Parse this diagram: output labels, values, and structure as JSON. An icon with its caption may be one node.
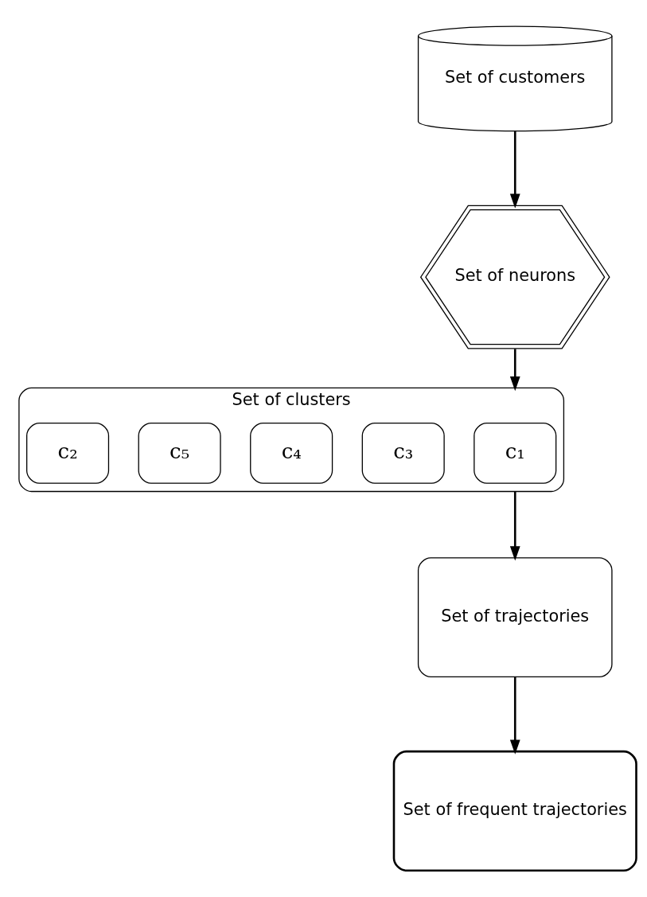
{
  "diagram": {
    "nodes": [
      {
        "text": [
          "Set of customers"
        ]
      },
      {
        "text": [
          "Set of neurons"
        ]
      },
      {
        "text": [
          "Set of clusters"
        ]
      },
      {
        "text": [
          "c₁"
        ],
        "in": 2
      },
      {
        "text": [
          "c₃"
        ],
        "in": 2
      },
      {
        "text": [
          "c₄"
        ],
        "in": 2
      },
      {
        "text": [
          "c₅"
        ],
        "in": 2
      },
      {
        "text": [
          "c₂"
        ],
        "in": 2
      },
      {
        "text": [
          "Set of trajectories"
        ]
      },
      {
        "text": [
          "Set of frequent trajectories"
        ]
      }
    ],
    "edges": [
      {
        "from": 0,
        "to": 1,
        "arrow": "to"
      },
      {
        "from": 1,
        "to": 2,
        "arrow": "to"
      },
      {
        "from": 2,
        "to": 8,
        "arrow": "to"
      },
      {
        "from": 8,
        "to": 9,
        "arrow": "to"
      }
    ]
  }
}
